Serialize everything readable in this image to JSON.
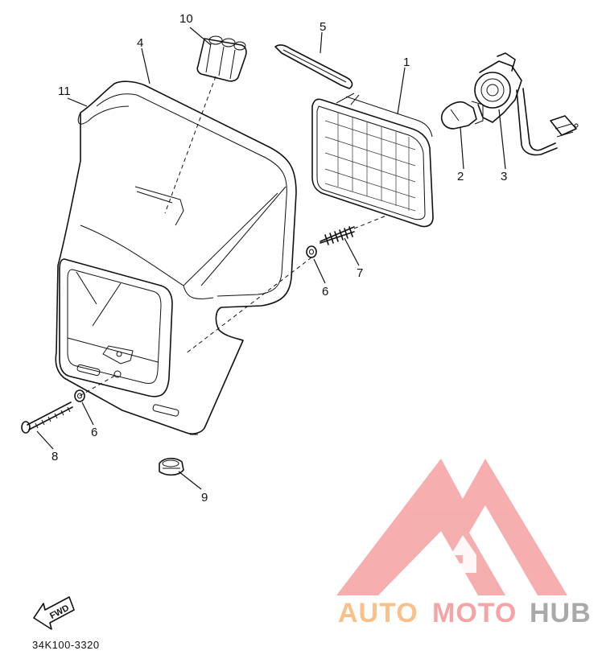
{
  "callouts": {
    "p1": "1",
    "p2": "2",
    "p3": "3",
    "p4": "4",
    "p5": "5",
    "p6a": "6",
    "p6b": "6",
    "p7": "7",
    "p8": "8",
    "p9": "9",
    "p10": "10",
    "p11": "11"
  },
  "fwd_arrow_label": "FWD",
  "diagram_code": "34K100-3320",
  "watermark": {
    "part1": "AUTO",
    "part2": "MOTO",
    "part3": "HUB",
    "color_auto": "#f9c08a",
    "color_moto": "#f4a4a4",
    "color_hub": "#a9a9a9",
    "logo_color": "#f4a0a0"
  }
}
